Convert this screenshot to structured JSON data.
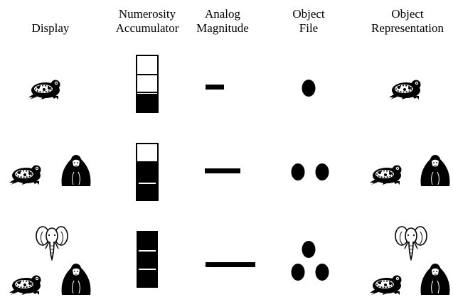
{
  "headers": {
    "display": {
      "lines": [
        "",
        "Display"
      ]
    },
    "accumulator": {
      "lines": [
        "Numerosity",
        "Accumulator"
      ]
    },
    "magnitude": {
      "lines": [
        "Analog",
        "Magnitude"
      ]
    },
    "file": {
      "lines": [
        "Object",
        "File"
      ]
    },
    "representation": {
      "lines": [
        "Object",
        "Representation"
      ]
    }
  },
  "rows": [
    {
      "display_animals": [
        "frog"
      ],
      "accumulator": {
        "filled_levels": 1,
        "capacity": 3
      },
      "analog_magnitude": 1,
      "object_file_tokens": 1,
      "representation_animals": [
        "frog"
      ]
    },
    {
      "display_animals": [
        "frog",
        "gorilla"
      ],
      "accumulator": {
        "filled_levels": 2,
        "capacity": 3
      },
      "analog_magnitude": 2,
      "object_file_tokens": 2,
      "representation_animals": [
        "frog",
        "gorilla"
      ]
    },
    {
      "display_animals": [
        "elephant",
        "frog",
        "gorilla"
      ],
      "accumulator": {
        "filled_levels": 3,
        "capacity": 3
      },
      "analog_magnitude": 3,
      "object_file_tokens": 3,
      "representation_animals": [
        "elephant",
        "frog",
        "gorilla"
      ]
    }
  ]
}
